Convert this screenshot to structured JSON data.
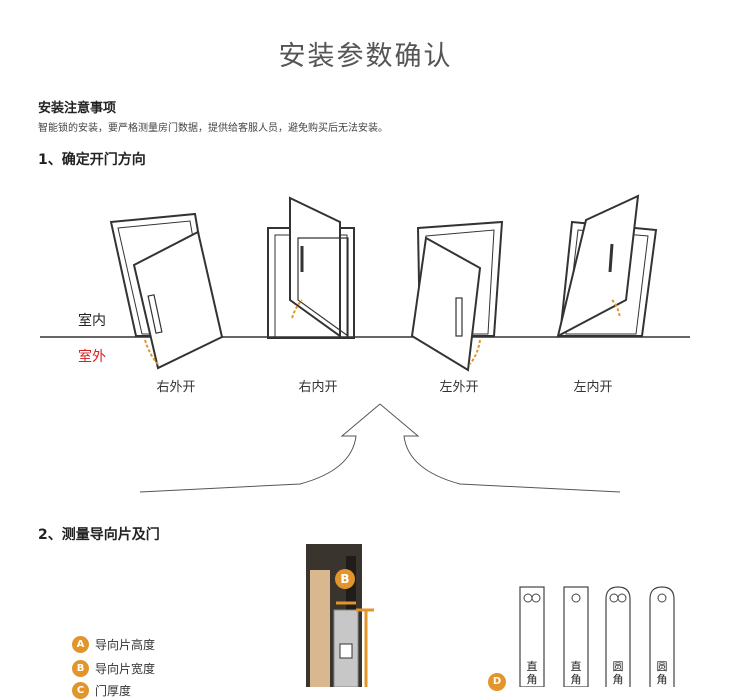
{
  "title": "安装参数确认",
  "notes": {
    "heading": "安装注意事项",
    "body": "智能锁的安装，要严格测量房门数据，提供给客服人员，避免购买后无法安装。"
  },
  "section1": {
    "heading": "1、确定开门方向",
    "indoor_label": "室内",
    "outdoor_label": "室外",
    "door_types": [
      "右外开",
      "右内开",
      "左外开",
      "左内开"
    ]
  },
  "section2": {
    "heading": "2、测量导向片及门",
    "legend": [
      {
        "letter": "A",
        "label": "导向片高度"
      },
      {
        "letter": "B",
        "label": "导向片宽度"
      },
      {
        "letter": "C",
        "label": "门厚度"
      }
    ],
    "diagram_badge_b": "B",
    "diagram_badge_d": "D",
    "strike_types": [
      "直角",
      "直角",
      "圆角",
      "圆角"
    ]
  },
  "colors": {
    "accent": "#e2952b",
    "outdoor_red": "#d32424",
    "door_frame": "#333333"
  }
}
